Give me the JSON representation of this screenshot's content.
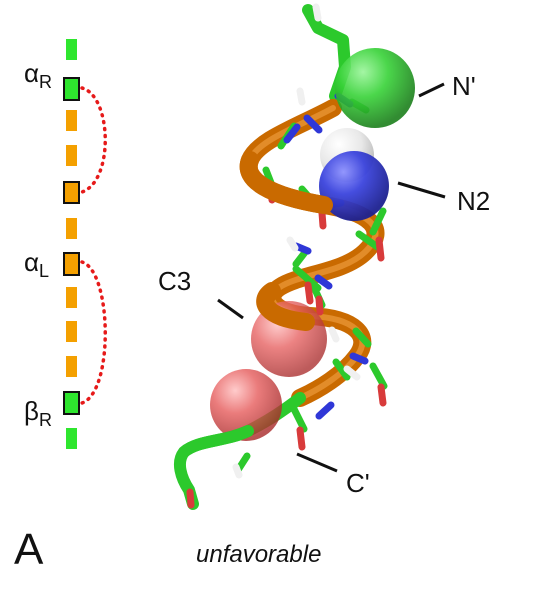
{
  "panel_label": "A",
  "caption": "unfavorable",
  "left_axis": {
    "alpha_r": "αR",
    "alpha_l": "αL",
    "beta_r": "βR"
  },
  "structure_labels": {
    "n_prime": "N'",
    "n2": "N2",
    "c3": "C3",
    "c_prime": "C'"
  },
  "colors": {
    "background": "#ffffff",
    "green_residue": "#2ee62e",
    "orange_residue": "#f4a000",
    "boxed_outline": "#111111",
    "dotted_link": "#e61a1a",
    "helix_orange": "#c96a00",
    "backbone_green": "#2cc92c",
    "sphere_green": "#2bb02b",
    "sphere_blue": "#3239c8",
    "sphere_red": "#e35b5b",
    "sphere_white": "#f1f1f1",
    "atom_blue": "#2f37d7",
    "atom_red": "#d83b3b",
    "atom_white": "#e9e9e9"
  }
}
